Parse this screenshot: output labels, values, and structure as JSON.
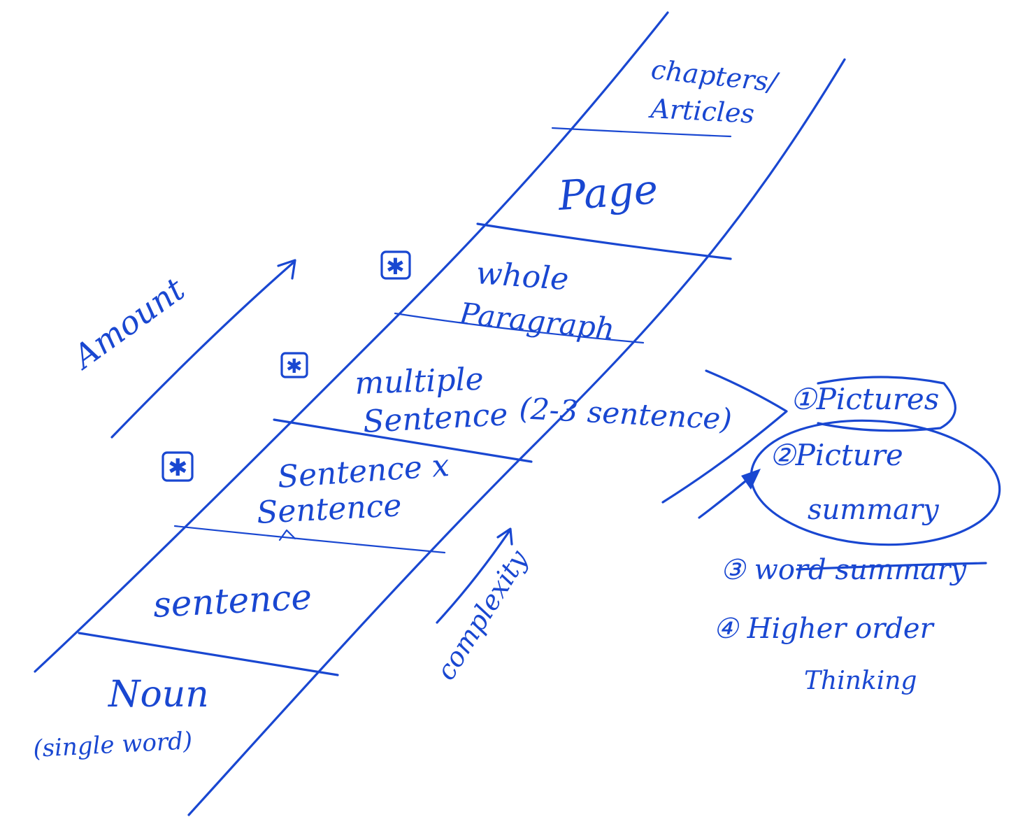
{
  "ladder": {
    "rungs": [
      {
        "line1": "Noun",
        "line2": "(single word)"
      },
      {
        "line1": "sentence",
        "line2": ""
      },
      {
        "line1": "Sentence x",
        "line2": "Sentence"
      },
      {
        "line1": "multiple",
        "line2": "Sentence"
      },
      {
        "line1": "whole",
        "line2": "Paragraph"
      },
      {
        "line1": "Page",
        "line2": ""
      },
      {
        "line1": "chapters/",
        "line2": "Articles"
      }
    ],
    "star_marker": "✱",
    "rung_sentence_note": "x",
    "multiple_note": "(2-3 sentence)"
  },
  "axes": {
    "amount_label": "Amount",
    "complexity_label": "complexity"
  },
  "sidelist": {
    "items": [
      {
        "line1": "①Pictures",
        "line2": ""
      },
      {
        "line1": "②Picture",
        "line2": "summary"
      },
      {
        "line1": "③ word summary",
        "line2": ""
      },
      {
        "line1": "④ Higher order",
        "line2": "Thinking"
      }
    ]
  },
  "colors": {
    "ink": "#1947d1",
    "paper": "#ffffff"
  }
}
